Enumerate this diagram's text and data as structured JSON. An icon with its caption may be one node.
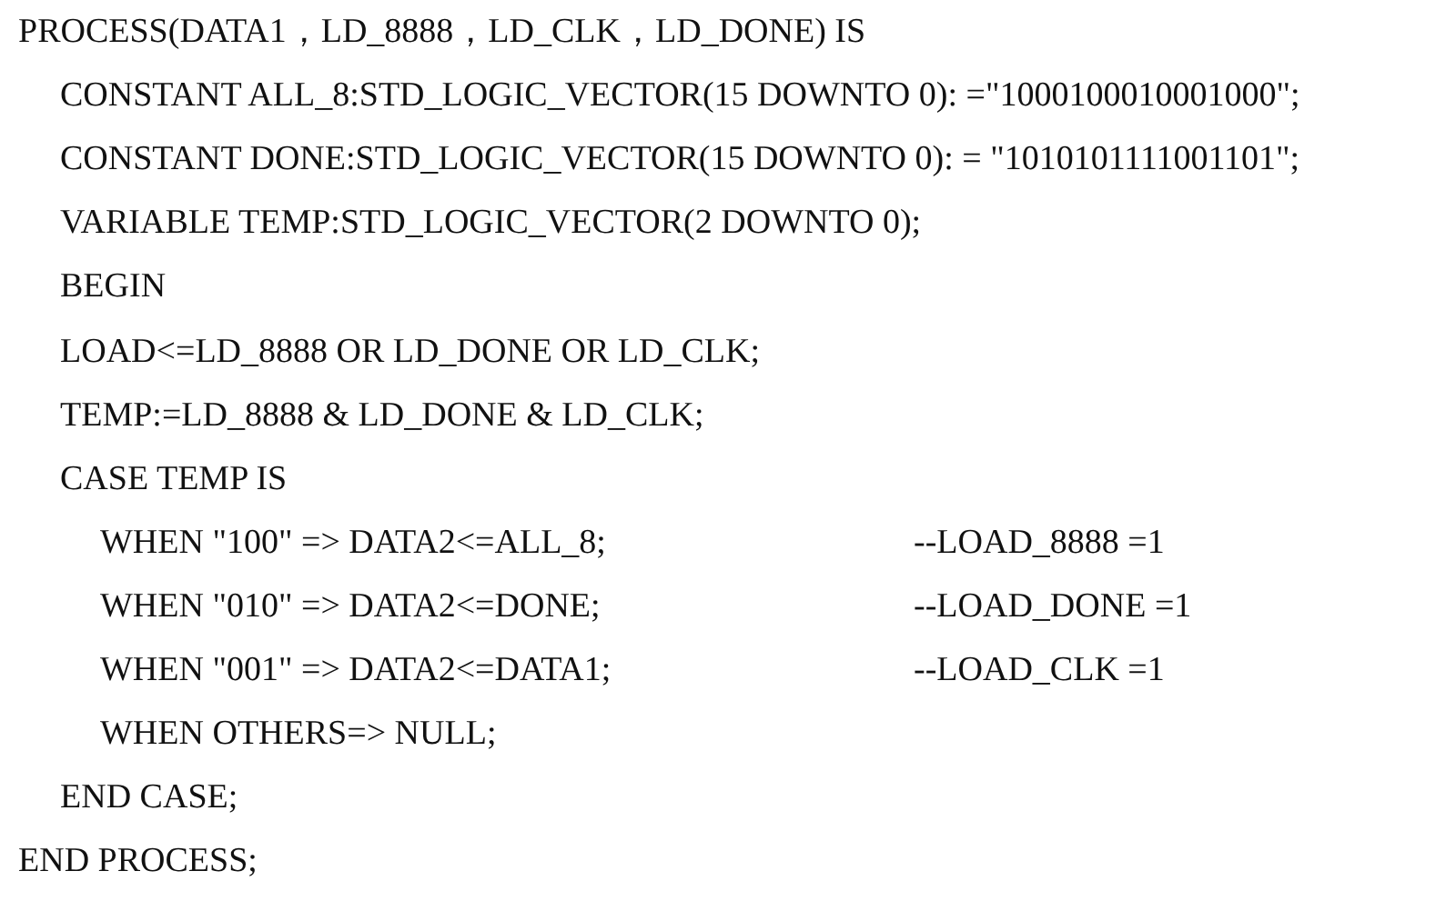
{
  "diagram": {
    "labels": [
      "PROCESS(DATA1，LD_8888，LD_CLK，LD_DONE) IS",
      "CONSTANT ALL_8:STD_LOGIC_VECTOR(15 DOWNTO 0): =\"1000100010001000\";",
      "CONSTANT DONE:STD_LOGIC_VECTOR(15 DOWNTO 0): = \"1010101111001101\";",
      "VARIABLE TEMP:STD_LOGIC_VECTOR(2 DOWNTO 0);",
      "BEGIN",
      "LOAD<=LD_8888 OR LD_DONE OR LD_CLK;",
      "TEMP:=LD_8888 & LD_DONE & LD_CLK;",
      "CASE TEMP IS",
      "WHEN \"100\" => DATA2<=ALL_8;",
      "--LOAD_8888 =1",
      "WHEN \"010\" => DATA2<=DONE;",
      "--LOAD_DONE =1",
      "WHEN \"001\" => DATA2<=DATA1;",
      "--LOAD_CLK =1",
      "WHEN OTHERS=> NULL;",
      "END CASE;",
      "END PROCESS;"
    ]
  }
}
